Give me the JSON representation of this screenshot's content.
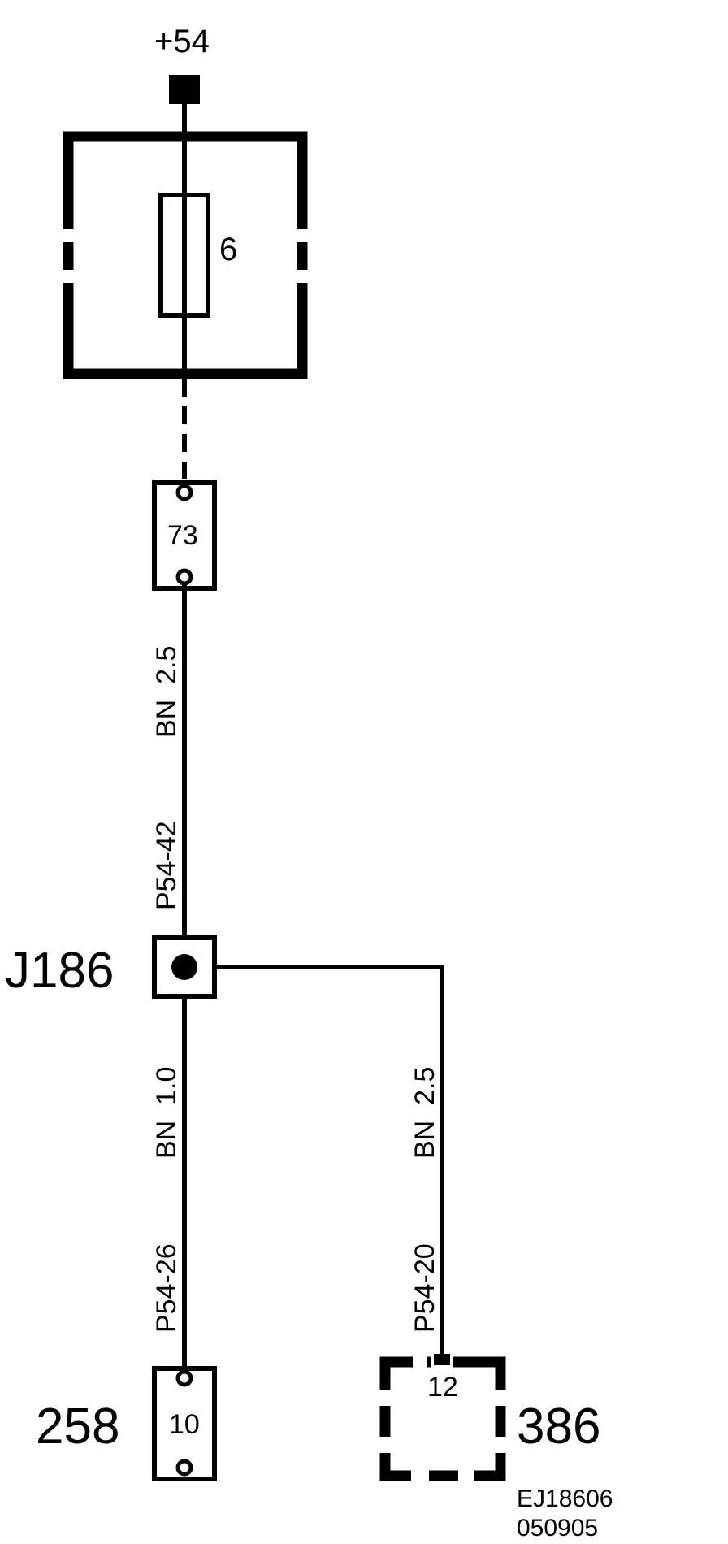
{
  "diagram": {
    "supply": {
      "label": "+54"
    },
    "fuse": {
      "number": "6"
    },
    "connector_top": {
      "pin": "73"
    },
    "wire_upper": {
      "color_size": "BN  2.5",
      "circuit": "P54-42"
    },
    "junction": {
      "label": "J186"
    },
    "wire_left": {
      "color_size": "BN  1.0",
      "circuit": "P54-26"
    },
    "wire_right": {
      "color_size": "BN  2.5",
      "circuit": "P54-20"
    },
    "component_left": {
      "label": "258",
      "pin": "10"
    },
    "component_right": {
      "label": "386",
      "pin": "12"
    },
    "drawing_code": {
      "line1": "EJ18606",
      "line2": "050905"
    },
    "colors": {
      "line": "#000000",
      "background": "#ffffff"
    }
  }
}
